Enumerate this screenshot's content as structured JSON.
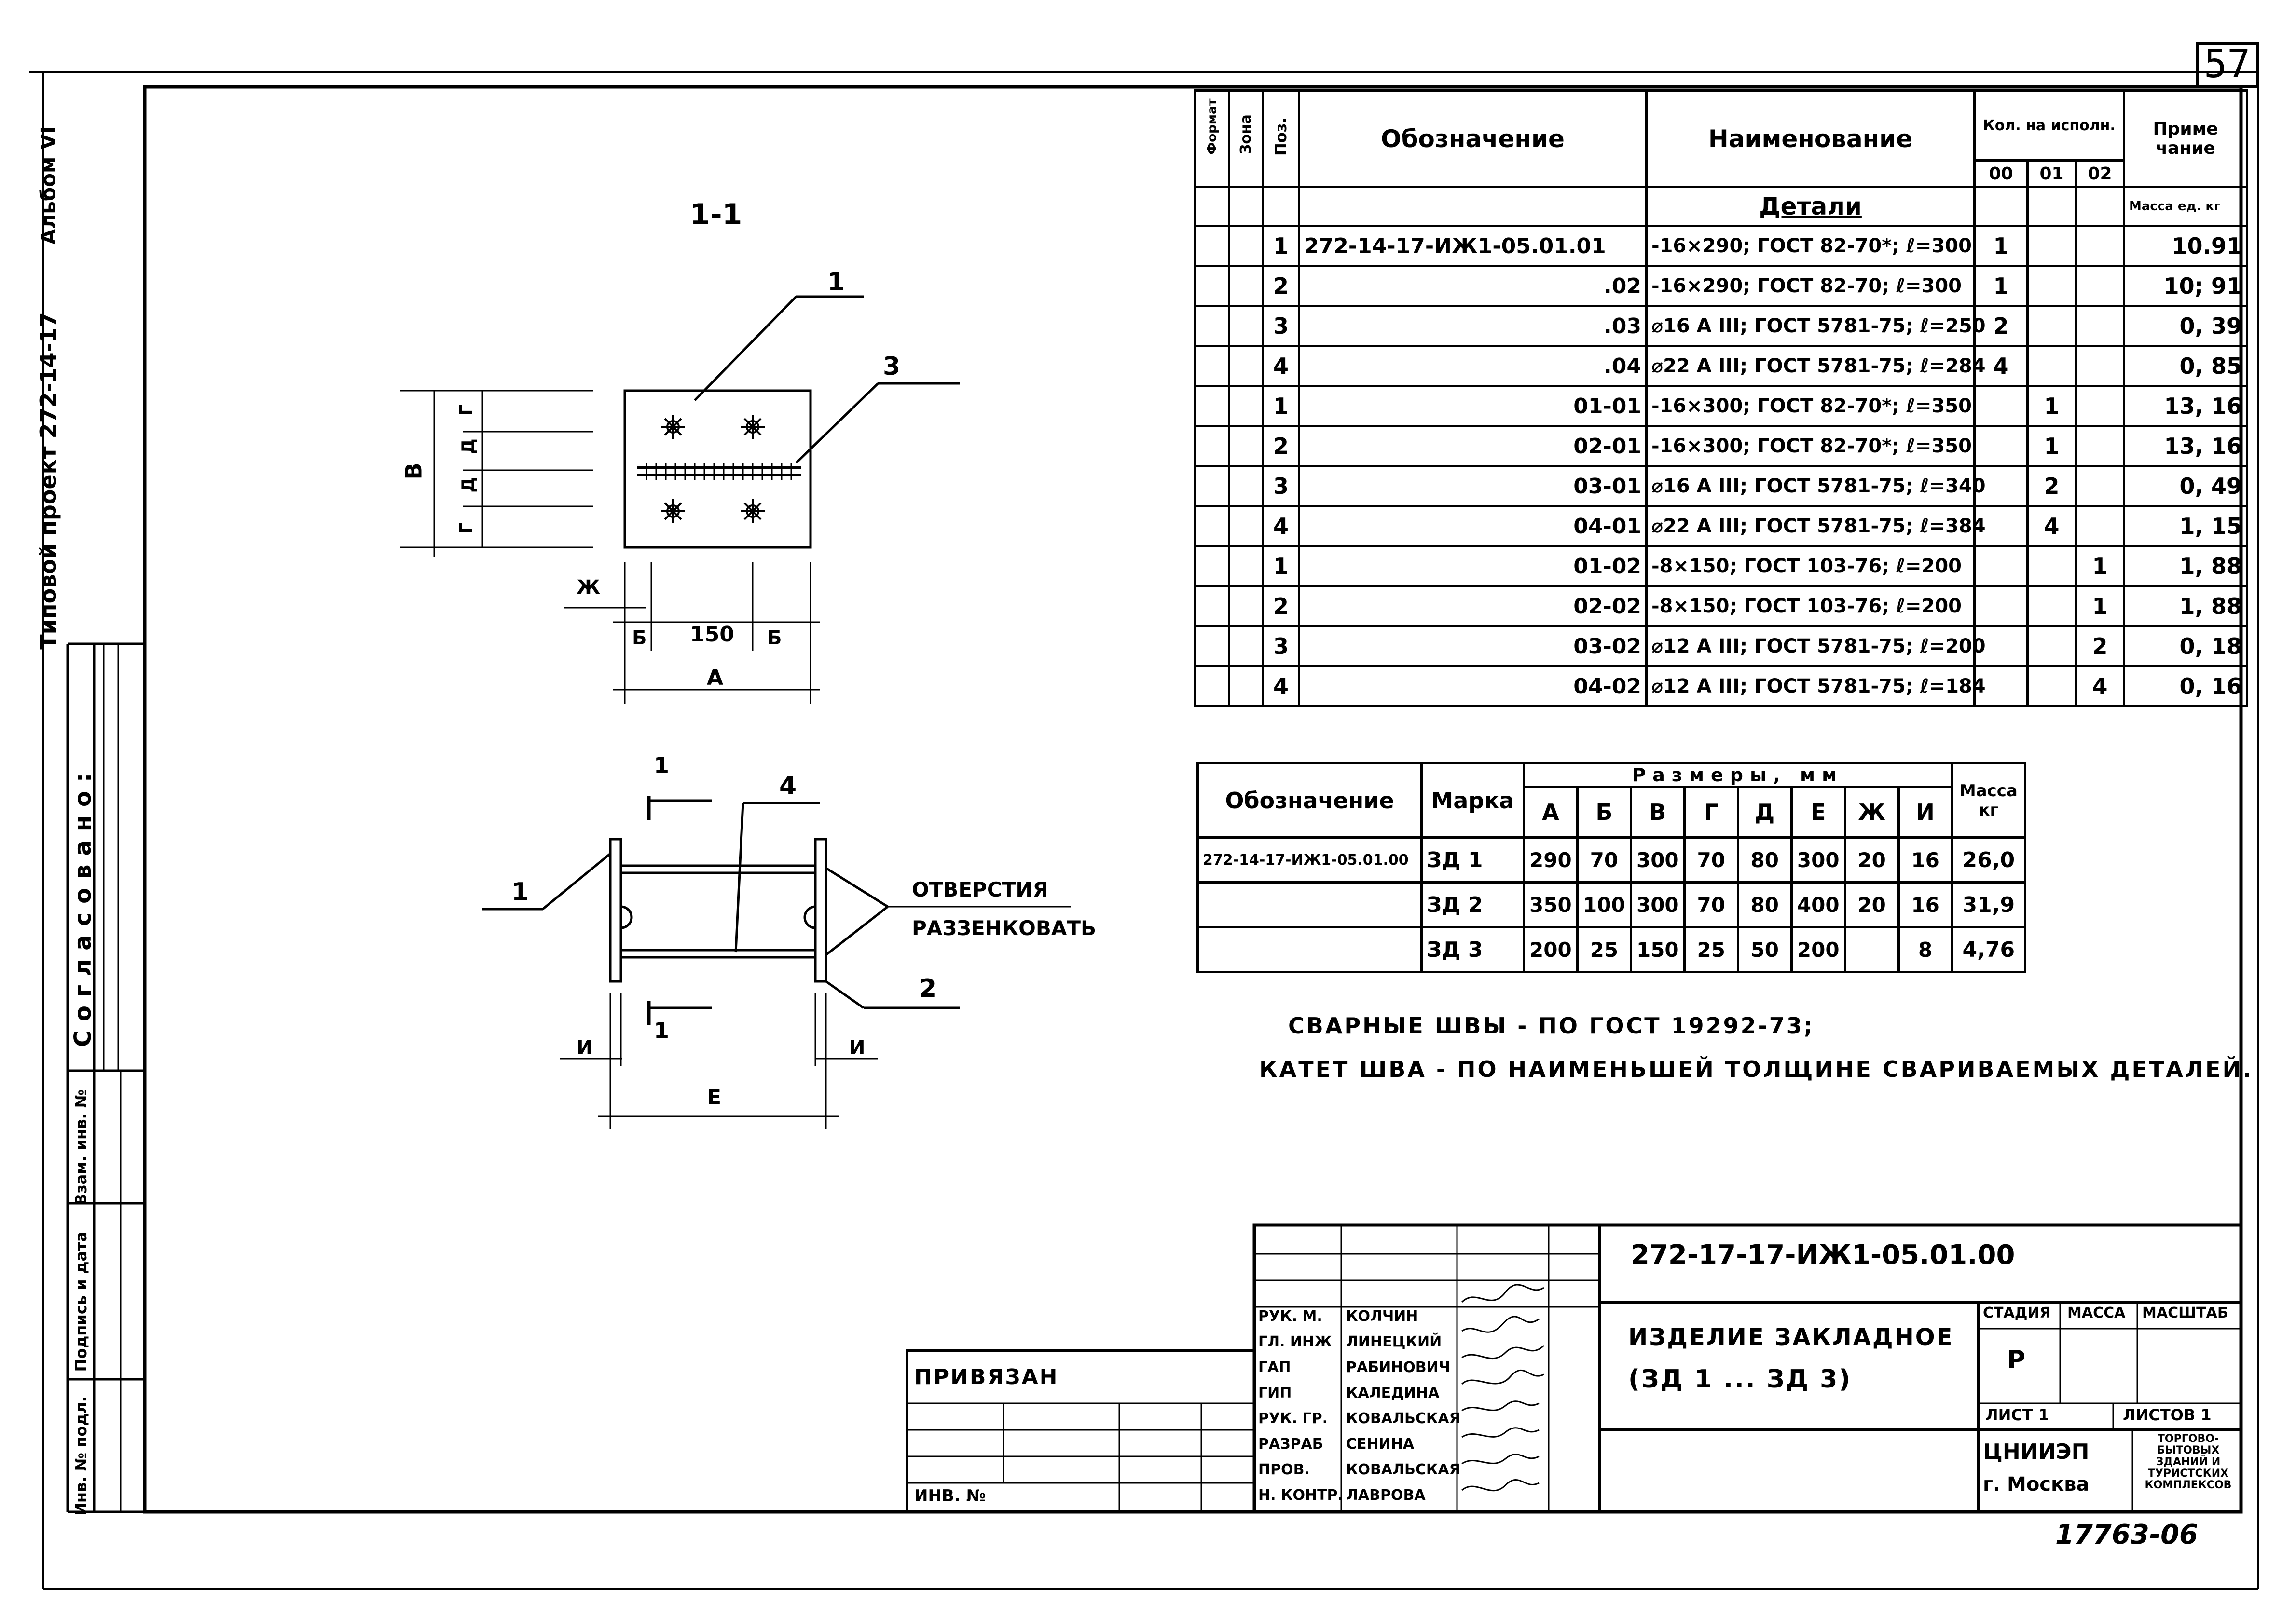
{
  "sheet": {
    "sheet_number": "57",
    "archive_number": "17763-06"
  },
  "left_strip": {
    "album": "Альбом VI",
    "project": "Типовой проект 272-14-17",
    "agreed": "Согласовано:",
    "labels": [
      "Инв. № подл.",
      "Подпись и дата",
      "Взам. инв. №"
    ]
  },
  "spec_table": {
    "headers": {
      "format": "Формат",
      "zone": "Зона",
      "pos": "Поз.",
      "designation": "Обозначение",
      "name": "Наименование",
      "qty": "Кол. на исполн.",
      "exec": [
        "00",
        "01",
        "02"
      ],
      "note": "Приме чание"
    },
    "section_title": "Детали",
    "mass_note": "Масса ед. кг",
    "rows": [
      {
        "pos": "1",
        "designation": "272-14-17-ИЖ1-05.01.01",
        "name": "-16×290; ГОСТ 82-70*; ℓ=300",
        "q00": "1",
        "q01": "",
        "q02": "",
        "note": "10.91"
      },
      {
        "pos": "2",
        "designation": ".02",
        "name": "-16×290; ГОСТ 82-70; ℓ=300",
        "q00": "1",
        "q01": "",
        "q02": "",
        "note": "10; 91"
      },
      {
        "pos": "3",
        "designation": ".03",
        "name": "⌀16 A III; ГОСТ 5781-75; ℓ=250",
        "q00": "2",
        "q01": "",
        "q02": "",
        "note": "0, 39"
      },
      {
        "pos": "4",
        "designation": ".04",
        "name": "⌀22 A III; ГОСТ 5781-75; ℓ=284",
        "q00": "4",
        "q01": "",
        "q02": "",
        "note": "0, 85"
      },
      {
        "pos": "1",
        "designation": "01-01",
        "name": "-16×300; ГОСТ 82-70*; ℓ=350",
        "q00": "",
        "q01": "1",
        "q02": "",
        "note": "13, 16"
      },
      {
        "pos": "2",
        "designation": "02-01",
        "name": "-16×300; ГОСТ 82-70*; ℓ=350",
        "q00": "",
        "q01": "1",
        "q02": "",
        "note": "13, 16"
      },
      {
        "pos": "3",
        "designation": "03-01",
        "name": "⌀16 A III; ГОСТ 5781-75; ℓ=340",
        "q00": "",
        "q01": "2",
        "q02": "",
        "note": "0, 49"
      },
      {
        "pos": "4",
        "designation": "04-01",
        "name": "⌀22 A III; ГОСТ 5781-75; ℓ=384",
        "q00": "",
        "q01": "4",
        "q02": "",
        "note": "1, 15"
      },
      {
        "pos": "1",
        "designation": "01-02",
        "name": "-8×150; ГОСТ 103-76; ℓ=200",
        "q00": "",
        "q01": "",
        "q02": "1",
        "note": "1, 88"
      },
      {
        "pos": "2",
        "designation": "02-02",
        "name": "-8×150; ГОСТ 103-76; ℓ=200",
        "q00": "",
        "q01": "",
        "q02": "1",
        "note": "1, 88"
      },
      {
        "pos": "3",
        "designation": "03-02",
        "name": "⌀12 A III; ГОСТ 5781-75; ℓ=200",
        "q00": "",
        "q01": "",
        "q02": "2",
        "note": "0, 18"
      },
      {
        "pos": "4",
        "designation": "04-02",
        "name": "⌀12 A III; ГОСТ 5781-75; ℓ=184",
        "q00": "",
        "q01": "",
        "q02": "4",
        "note": "0, 16"
      }
    ]
  },
  "dim_table": {
    "headers": {
      "designation": "Обозначение",
      "mark": "Марка",
      "sizes": "Размеры, мм",
      "cols": [
        "А",
        "Б",
        "В",
        "Г",
        "Д",
        "Е",
        "Ж",
        "И"
      ],
      "mass": "Масса кг"
    },
    "rows": [
      {
        "designation": "272-14-17-ИЖ1-05.01.00",
        "mark": "ЗД 1",
        "vals": [
          "290",
          "70",
          "300",
          "70",
          "80",
          "300",
          "20",
          "16"
        ],
        "mass": "26,0"
      },
      {
        "designation": "",
        "mark": "ЗД 2",
        "vals": [
          "350",
          "100",
          "300",
          "70",
          "80",
          "400",
          "20",
          "16"
        ],
        "mass": "31,9"
      },
      {
        "designation": "",
        "mark": "ЗД 3",
        "vals": [
          "200",
          "25",
          "150",
          "25",
          "50",
          "200",
          "",
          "8"
        ],
        "mass": "4,76"
      }
    ]
  },
  "notes": {
    "line1": "Сварные швы - по ГОСТ 19292-73;",
    "line2": "Катет шва - по наименьшей толщине свариваемых деталей."
  },
  "drawing": {
    "section_label": "1-1",
    "callouts": [
      "1",
      "3",
      "4",
      "1",
      "2"
    ],
    "dim_labels": {
      "v": "В",
      "g1": "Г",
      "d1": "Д",
      "d2": "Д",
      "g2": "Г",
      "zh": "Ж",
      "b1": "Б",
      "b2": "Б",
      "w150": "150",
      "a": "А",
      "i1": "И",
      "i2": "И",
      "e": "Е",
      "cut_top": "1",
      "cut_bottom": "1"
    },
    "holes_text_1": "отверстия",
    "holes_text_2": "раззенковать"
  },
  "title_block": {
    "code": "272-17-17-ИЖ1-05.01.00",
    "title_line1": "Изделие закладное",
    "title_line2": "(ЗД 1 ... ЗД 3)",
    "stage_label": "Стадия",
    "mass_label": "Масса",
    "scale_label": "Масштаб",
    "stage_value": "Р",
    "sheet_label": "Лист 1",
    "sheets_label": "Листов 1",
    "org1": "ЦНИИЭП",
    "org2": "г. Москва",
    "org3": "Торгово-бытовых зданий и туристских комплексов",
    "roles": [
      {
        "role": "Рук. м.",
        "name": "Колчин"
      },
      {
        "role": "Гл. инж",
        "name": "Линецкий"
      },
      {
        "role": "ГАП",
        "name": "Рабинович"
      },
      {
        "role": "ГИП",
        "name": "Каледина"
      },
      {
        "role": "Рук. гр.",
        "name": "Ковальская"
      },
      {
        "role": "Разраб",
        "name": "Сенина"
      },
      {
        "role": "Пров.",
        "name": "Ковальская"
      },
      {
        "role": "Н. контр.",
        "name": "Лаврова"
      }
    ]
  },
  "bound_block": {
    "label": "Привязан",
    "inv": "Инв. №"
  }
}
